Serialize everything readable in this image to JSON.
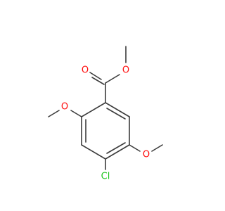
{
  "molecule": {
    "atoms": {
      "O1": {
        "label": "O",
        "color": "#ff0d0d"
      },
      "O2": {
        "label": "O",
        "color": "#ff0d0d"
      },
      "O3": {
        "label": "O",
        "color": "#ff0d0d"
      },
      "O4": {
        "label": "O",
        "color": "#ff0d0d"
      },
      "Cl": {
        "label": "Cl",
        "color": "#1fc41f"
      }
    },
    "bond_color": "#3c3c3c"
  }
}
